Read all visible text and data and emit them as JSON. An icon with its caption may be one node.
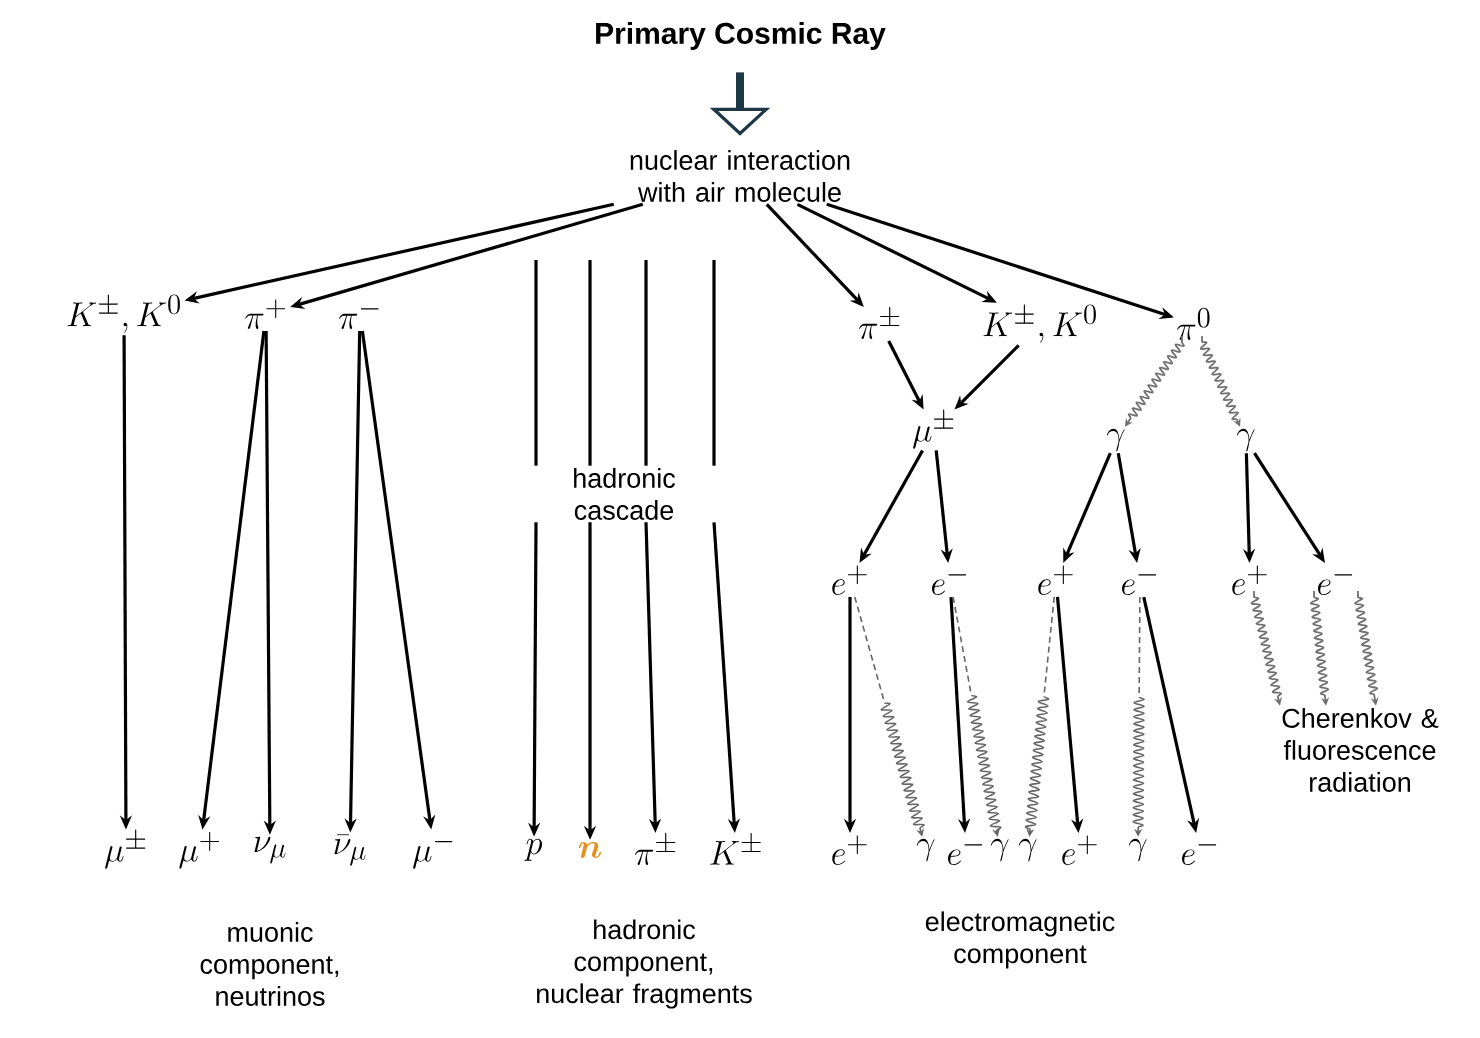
{
  "diagram": {
    "nodes": [
      {
        "text": [
          "Primary Cosmic Ray"
        ]
      },
      {
        "text": [
          "nuclear interaction with air molecule"
        ]
      },
      {
        "text": [
          "K^{\\pm}, K^{0}"
        ]
      },
      {
        "text": [
          "\\pi^{+}"
        ]
      },
      {
        "text": [
          "\\pi^{-}"
        ]
      },
      {
        "text": [
          "hadronic cascade"
        ]
      },
      {
        "text": [
          "\\pi^{\\pm}"
        ]
      },
      {
        "text": [
          "K^{\\pm}, K^{0}"
        ]
      },
      {
        "text": [
          "\\pi^{0}"
        ]
      },
      {
        "text": [
          "\\mu^{\\pm}"
        ]
      },
      {
        "text": [
          "\\gamma"
        ]
      },
      {
        "text": [
          "\\gamma"
        ]
      },
      {
        "text": [
          "e^{+}"
        ]
      },
      {
        "text": [
          "e^{-}"
        ]
      },
      {
        "text": [
          "e^{+}"
        ]
      },
      {
        "text": [
          "e^{-}"
        ]
      },
      {
        "text": [
          "e^{+}"
        ]
      },
      {
        "text": [
          "e^{-}"
        ]
      },
      {
        "text": [
          "Cherenkov & fluorescence radiation"
        ]
      },
      {
        "text": [
          "\\mu^{\\pm}"
        ]
      },
      {
        "text": [
          "\\mu^{+}"
        ]
      },
      {
        "text": [
          "\\nu_{\\mu}"
        ]
      },
      {
        "text": [
          "\\bar{\\nu}_{\\mu}"
        ]
      },
      {
        "text": [
          "\\mu^{-}"
        ]
      },
      {
        "text": [
          "p"
        ]
      },
      {
        "text": [
          "n"
        ]
      },
      {
        "text": [
          "\\pi^{\\pm}"
        ]
      },
      {
        "text": [
          "K^{\\pm}"
        ]
      },
      {
        "text": [
          "e^{+}"
        ]
      },
      {
        "text": [
          "\\gamma"
        ]
      },
      {
        "text": [
          "e^{-}"
        ]
      },
      {
        "text": [
          "\\gamma"
        ]
      },
      {
        "text": [
          "\\gamma"
        ]
      },
      {
        "text": [
          "e^{+}"
        ]
      },
      {
        "text": [
          "\\gamma"
        ]
      },
      {
        "text": [
          "e^{-}"
        ]
      }
    ],
    "edges": [
      {
        "from": 0,
        "to": 1,
        "arrow": "to",
        "style": "thick"
      },
      {
        "from": 1,
        "to": 2,
        "arrow": "to"
      },
      {
        "from": 1,
        "to": 3,
        "arrow": "to"
      },
      {
        "from": 1,
        "to": 6,
        "arrow": "to"
      },
      {
        "from": 1,
        "to": 7,
        "arrow": "to"
      },
      {
        "from": 1,
        "to": 8,
        "arrow": "to"
      },
      {
        "from": null,
        "to": 5,
        "arrow": "none"
      },
      {
        "from": null,
        "to": 5,
        "arrow": "none"
      },
      {
        "from": null,
        "to": 5,
        "arrow": "none"
      },
      {
        "from": null,
        "to": 5,
        "arrow": "none"
      },
      {
        "from": 5,
        "to": 24,
        "arrow": "to"
      },
      {
        "from": 5,
        "to": 25,
        "arrow": "to"
      },
      {
        "from": 5,
        "to": 26,
        "arrow": "to"
      },
      {
        "from": 5,
        "to": 27,
        "arrow": "to"
      },
      {
        "from": 2,
        "to": 19,
        "arrow": "to"
      },
      {
        "from": 3,
        "to": 20,
        "arrow": "to"
      },
      {
        "from": 3,
        "to": 21,
        "arrow": "to"
      },
      {
        "from": 4,
        "to": 22,
        "arrow": "to"
      },
      {
        "from": 4,
        "to": 23,
        "arrow": "to"
      },
      {
        "from": 6,
        "to": 9,
        "arrow": "to"
      },
      {
        "from": 7,
        "to": 9,
        "arrow": "to"
      },
      {
        "from": 8,
        "to": 10,
        "arrow": "to",
        "color": "#707070"
      },
      {
        "from": 8,
        "to": 11,
        "arrow": "to",
        "color": "#707070"
      },
      {
        "from": 9,
        "to": 12,
        "arrow": "to"
      },
      {
        "from": 9,
        "to": 13,
        "arrow": "to"
      },
      {
        "from": 10,
        "to": 14,
        "arrow": "to"
      },
      {
        "from": 10,
        "to": 15,
        "arrow": "to"
      },
      {
        "from": 11,
        "to": 16,
        "arrow": "to"
      },
      {
        "from": 11,
        "to": 17,
        "arrow": "to"
      },
      {
        "from": 12,
        "to": 28,
        "arrow": "to"
      },
      {
        "from": 12,
        "to": 29,
        "arrow": "to",
        "style": "dashed",
        "color": "#666666"
      },
      {
        "from": 13,
        "to": 30,
        "arrow": "to"
      },
      {
        "from": 13,
        "to": 31,
        "arrow": "to",
        "style": "dashed",
        "color": "#666666"
      },
      {
        "from": 14,
        "to": 32,
        "arrow": "to",
        "style": "dashed",
        "color": "#666666"
      },
      {
        "from": 14,
        "to": 33,
        "arrow": "to"
      },
      {
        "from": 15,
        "to": 34,
        "arrow": "to",
        "style": "dashed",
        "color": "#666666"
      },
      {
        "from": 15,
        "to": 35,
        "arrow": "to"
      },
      {
        "from": 16,
        "to": 18,
        "arrow": "to",
        "color": "#707070"
      },
      {
        "from": 17,
        "to": 18,
        "arrow": "to",
        "color": "#707070"
      },
      {
        "from": 17,
        "to": 18,
        "arrow": "to",
        "color": "#707070"
      }
    ],
    "labels": [
      "muonic component, neutrinos",
      "hadronic component, nuclear fragments",
      "electromagnetic component"
    ]
  }
}
